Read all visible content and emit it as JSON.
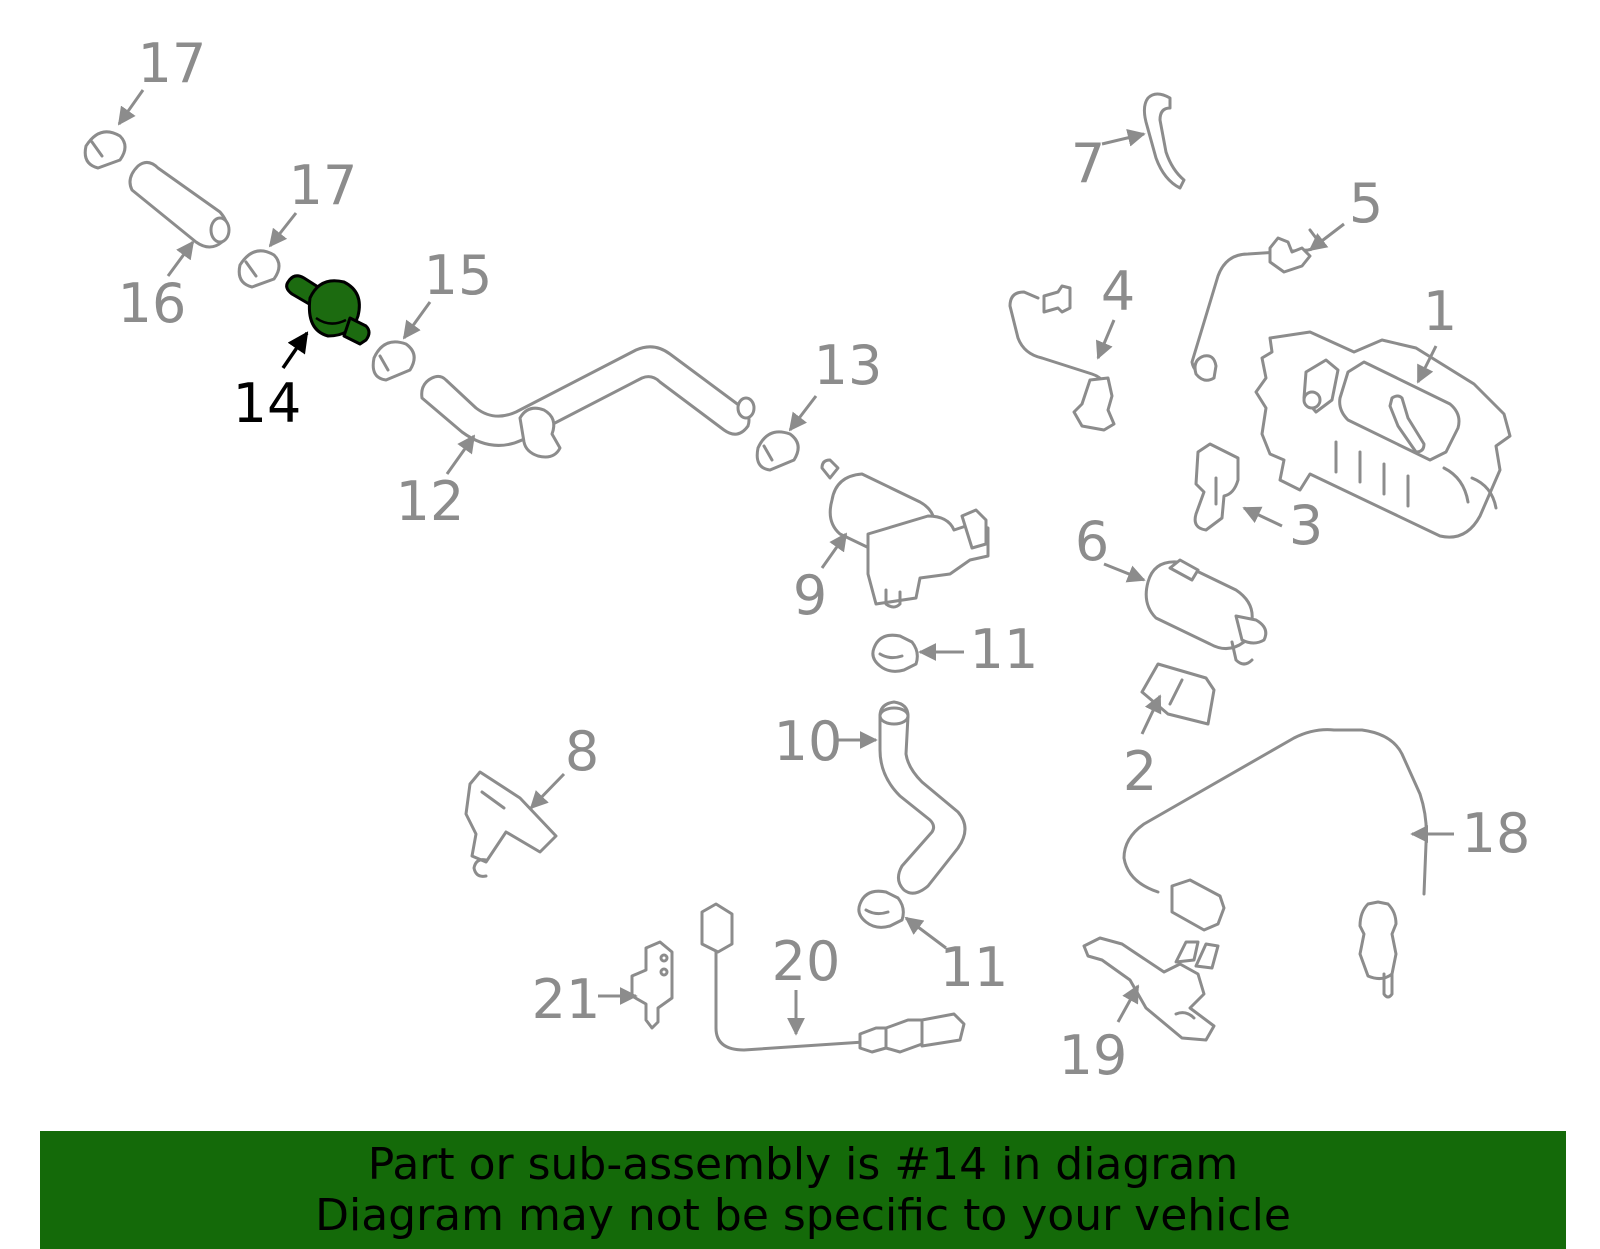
{
  "diagram": {
    "highlighted_part": "14",
    "highlight_color": "#1c6b10",
    "part_color": "#8c8c8c",
    "callouts": {
      "c1": "1",
      "c2": "2",
      "c3": "3",
      "c4": "4",
      "c5": "5",
      "c6": "6",
      "c7": "7",
      "c8": "8",
      "c9": "9",
      "c10": "10",
      "c11a": "11",
      "c11b": "11",
      "c12": "12",
      "c13": "13",
      "c14": "14",
      "c15": "15",
      "c16": "16",
      "c17a": "17",
      "c17b": "17",
      "c18": "18",
      "c19": "19",
      "c20": "20",
      "c21": "21"
    }
  },
  "banner": {
    "background": "#146a09",
    "line1": "Part or sub-assembly is #14 in diagram",
    "line2": "Diagram may not be specific to your vehicle"
  }
}
